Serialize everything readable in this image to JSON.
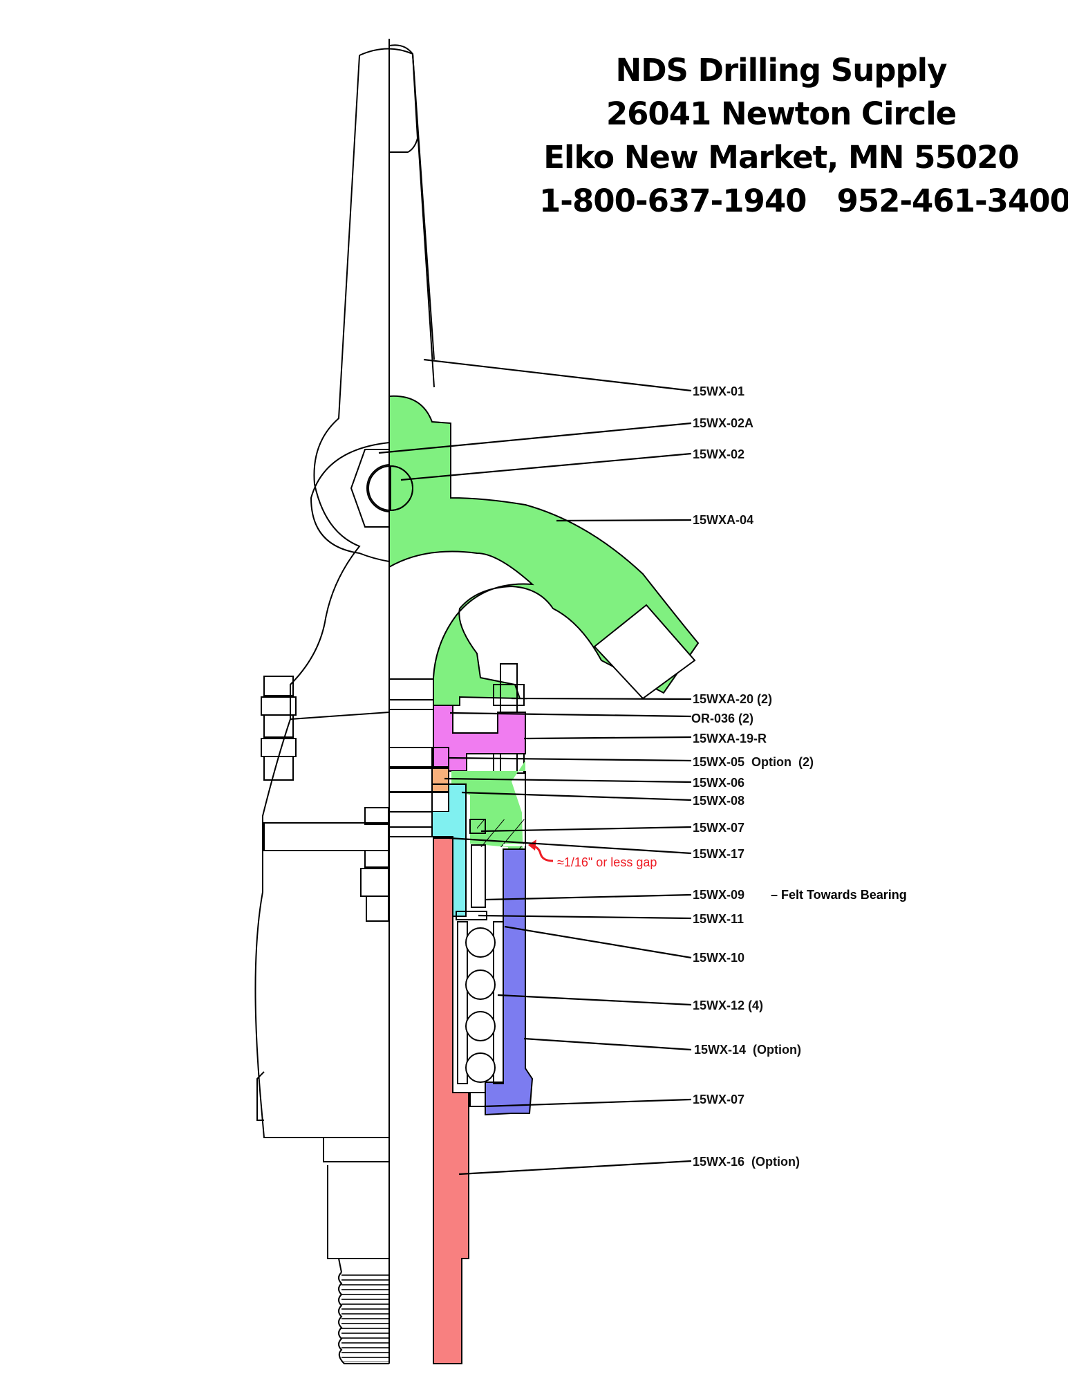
{
  "header": {
    "company": "NDS Drilling Supply",
    "street": "26041 Newton Circle",
    "city": "Elko New Market, MN 55020",
    "phones": "1-800-637-1940   952-461-3400"
  },
  "parts": [
    {
      "id": "15WX-01",
      "label": "15WX-01"
    },
    {
      "id": "15WX-02A",
      "label": "15WX-02A"
    },
    {
      "id": "15WX-02",
      "label": "15WX-02"
    },
    {
      "id": "15WXA-04",
      "label": "15WXA-04",
      "color": "#80f080"
    },
    {
      "id": "15WXA-20",
      "label": "15WXA-20 (2)"
    },
    {
      "id": "OR-036",
      "label": "OR-036 (2)"
    },
    {
      "id": "15WXA-19-R",
      "label": "15WXA-19-R",
      "color": "#f07cf0"
    },
    {
      "id": "15WX-05",
      "label": "15WX-05  Option  (2)",
      "color": "#c8c8c8"
    },
    {
      "id": "15WX-06",
      "label": "15WX-06",
      "color": "#f8b07c"
    },
    {
      "id": "15WX-08",
      "label": "15WX-08"
    },
    {
      "id": "15WX-07a",
      "label": "15WX-07"
    },
    {
      "id": "15WX-17",
      "label": "15WX-17",
      "color": "#80f0f0"
    },
    {
      "id": "15WX-09",
      "label": "15WX-09"
    },
    {
      "id": "15WX-11",
      "label": "15WX-11",
      "color": "#f8f000"
    },
    {
      "id": "15WX-10",
      "label": "15WX-10"
    },
    {
      "id": "15WX-12",
      "label": "15WX-12 (4)"
    },
    {
      "id": "15WX-14",
      "label": "15WX-14  (Option)",
      "color": "#7c7cf0"
    },
    {
      "id": "15WX-07b",
      "label": "15WX-07"
    },
    {
      "id": "15WX-16",
      "label": "15WX-16  (Option)",
      "color": "#f88080"
    }
  ],
  "notes": {
    "gap": "≈1/16\" or less gap",
    "felt": "– Felt Towards Bearing",
    "gap_color": "#ee1c24"
  }
}
